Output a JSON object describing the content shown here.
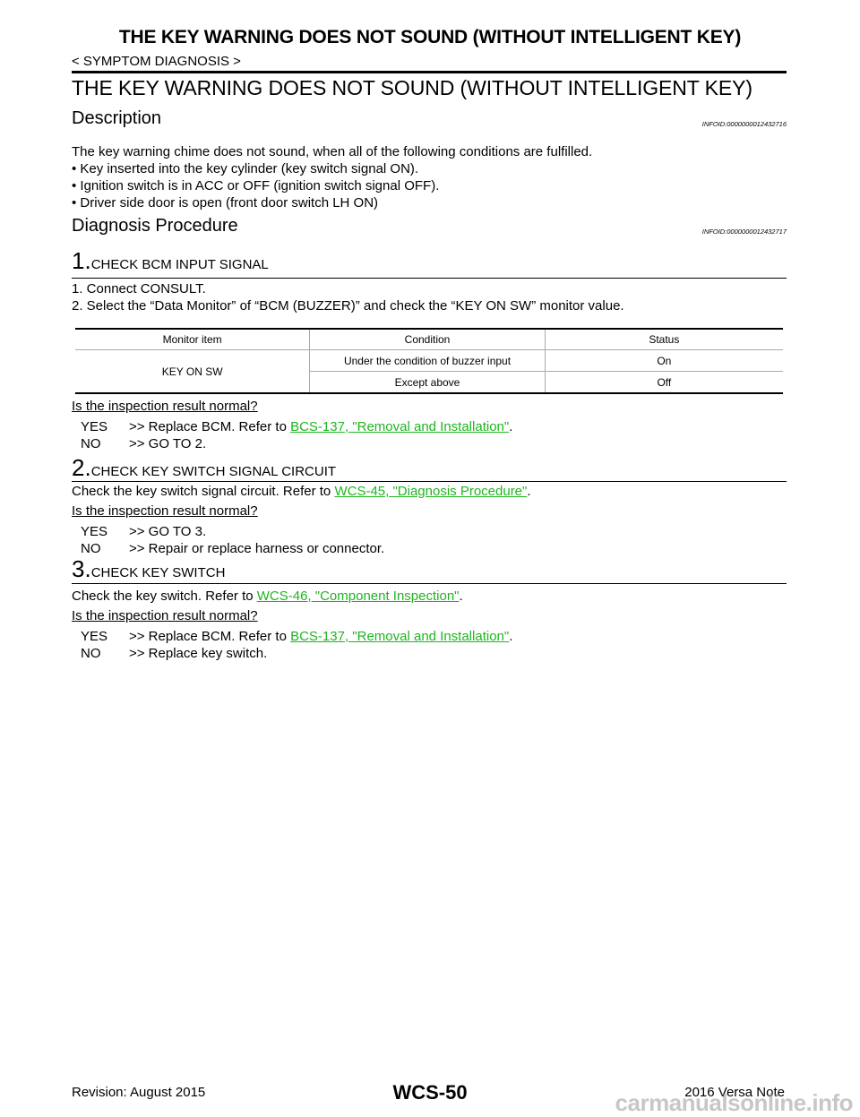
{
  "header": {
    "running_title": "THE KEY WARNING DOES NOT SOUND (WITHOUT INTELLIGENT KEY)",
    "breadcrumb": "< SYMPTOM DIAGNOSIS >"
  },
  "main_title": "THE KEY WARNING DOES NOT SOUND (WITHOUT INTELLIGENT KEY)",
  "description": {
    "title": "Description",
    "infoid": "INFOID:0000000012432716",
    "intro": "The key warning chime does not sound, when all of the following conditions are fulfilled.",
    "bullets": [
      "• Key inserted into the key cylinder (key switch signal ON).",
      "• Ignition switch is in ACC or OFF (ignition switch signal OFF).",
      "• Driver side door is open (front door switch LH ON)"
    ]
  },
  "diagnosis": {
    "title": "Diagnosis Procedure",
    "infoid": "INFOID:0000000012432717",
    "step1": {
      "num": "1.",
      "title": "CHECK BCM INPUT SIGNAL",
      "instructions": [
        "1.   Connect CONSULT.",
        "2.   Select the “Data Monitor” of “BCM (BUZZER)” and check the “KEY ON SW” monitor value."
      ],
      "table": {
        "headers": [
          "Monitor item",
          "Condition",
          "Status"
        ],
        "item": "KEY ON SW",
        "rows": [
          {
            "condition": "Under the condition of buzzer input",
            "status": "On"
          },
          {
            "condition": "Except above",
            "status": "Off"
          }
        ]
      },
      "question": "Is the inspection result normal?",
      "yes_label": "YES",
      "yes_text": ">> Replace BCM. Refer to ",
      "yes_link": "BCS-137, \"Removal and Installation\"",
      "no_label": "NO",
      "no_text": ">> GO TO 2."
    },
    "step2": {
      "num": "2.",
      "title": "CHECK KEY SWITCH SIGNAL CIRCUIT",
      "text": "Check the key switch signal circuit. Refer to ",
      "link": "WCS-45, \"Diagnosis  Procedure\"",
      "question": "Is the inspection result normal?",
      "yes_label": "YES",
      "yes_text": ">> GO TO 3.",
      "no_label": "NO",
      "no_text": ">> Repair or replace harness or connector."
    },
    "step3": {
      "num": "3.",
      "title": "CHECK KEY SWITCH",
      "text": "Check the key switch. Refer to ",
      "link": "WCS-46, \"Component Inspection\"",
      "question": "Is the inspection result normal?",
      "yes_label": "YES",
      "yes_text": ">> Replace BCM. Refer to ",
      "yes_link": "BCS-137, \"Removal and Installation\"",
      "no_label": "NO",
      "no_text": ">> Replace key switch."
    }
  },
  "footer": {
    "revision": "Revision: August 2015",
    "page": "WCS-50",
    "model": "2016 Versa Note",
    "watermark": "carmanualsonline.info"
  },
  "colors": {
    "link": "#1fb51f",
    "watermark": "#9a9a9a"
  }
}
